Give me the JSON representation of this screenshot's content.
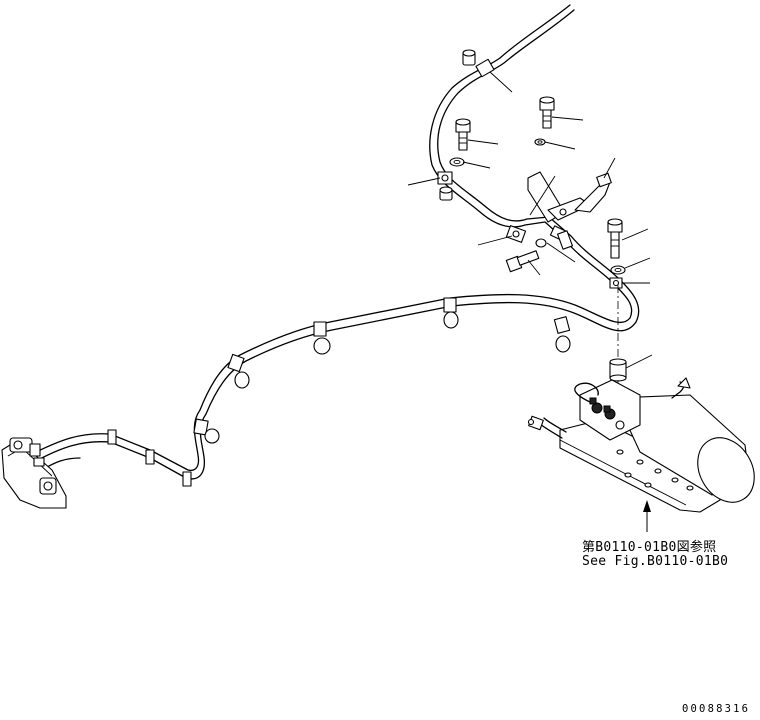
{
  "reference_note": {
    "jp": "第B0110-01B0図参照",
    "en": "See Fig.B0110-01B0"
  },
  "drawing_number": "00088316"
}
